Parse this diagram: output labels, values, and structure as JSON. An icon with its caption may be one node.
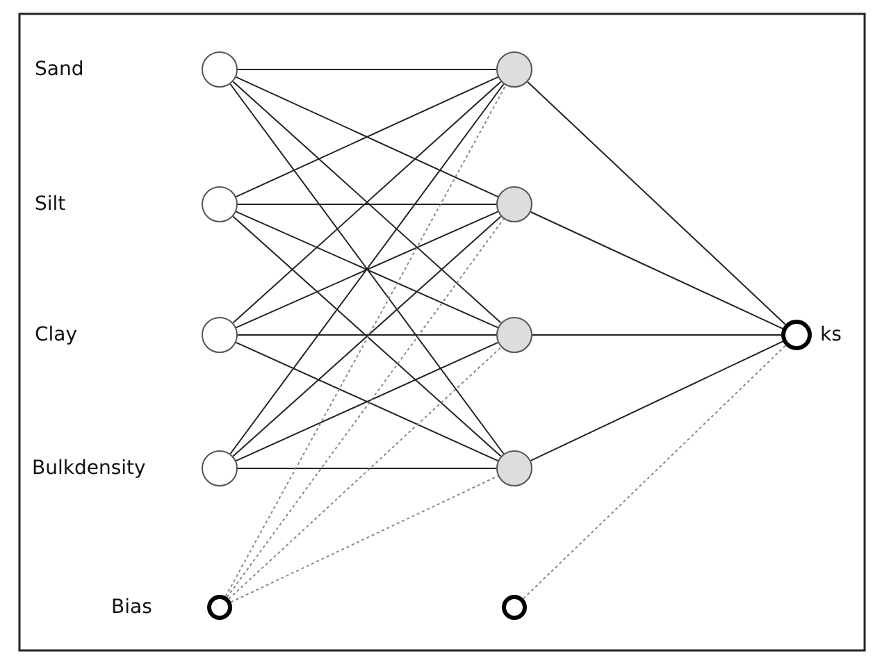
{
  "diagram": {
    "nodes": [
      {
        "text": [],
        "shape": "circle"
      },
      {
        "text": [],
        "shape": "circle"
      },
      {
        "text": [],
        "shape": "circle"
      },
      {
        "text": [],
        "shape": "circle",
        "beside": [
          "Bulkdensity"
        ]
      },
      {
        "text": [],
        "shape": "circle",
        "beside": [
          "Bias"
        ]
      },
      {
        "text": [],
        "shape": "circle"
      },
      {
        "text": [],
        "shape": "circle"
      },
      {
        "text": [],
        "shape": "circle"
      },
      {
        "text": [],
        "shape": "circle"
      },
      {
        "text": [],
        "shape": "circle"
      },
      {
        "text": [],
        "shape": "circle",
        "beside": [
          "ks"
        ]
      }
    ],
    "edges": [
      {
        "from": 0,
        "to": 5,
        "arrow": "none"
      },
      {
        "from": 0,
        "to": 6,
        "arrow": "none"
      },
      {
        "from": 0,
        "to": 7,
        "arrow": "none"
      },
      {
        "from": 0,
        "to": 8,
        "arrow": "none"
      },
      {
        "from": 1,
        "to": 5,
        "arrow": "none"
      },
      {
        "from": 1,
        "to": 6,
        "arrow": "none"
      },
      {
        "from": 1,
        "to": 7,
        "arrow": "none"
      },
      {
        "from": 1,
        "to": 8,
        "arrow": "none"
      },
      {
        "from": 2,
        "to": 5,
        "arrow": "none"
      },
      {
        "from": 2,
        "to": 6,
        "arrow": "none"
      },
      {
        "from": 2,
        "to": 7,
        "arrow": "none"
      },
      {
        "from": 2,
        "to": 8,
        "arrow": "none"
      },
      {
        "from": 3,
        "to": 5,
        "arrow": "none"
      },
      {
        "from": 3,
        "to": 6,
        "arrow": "none"
      },
      {
        "from": 3,
        "to": 7,
        "arrow": "none"
      },
      {
        "from": 3,
        "to": 8,
        "arrow": "none"
      },
      {
        "from": 4,
        "to": 5,
        "arrow": "none",
        "style": "dashed",
        "color": "#888888"
      },
      {
        "from": 4,
        "to": 6,
        "arrow": "none",
        "style": "dashed",
        "color": "#888888"
      },
      {
        "from": 4,
        "to": 7,
        "arrow": "none",
        "style": "dashed",
        "color": "#888888"
      },
      {
        "from": 4,
        "to": 8,
        "arrow": "none",
        "style": "dashed",
        "color": "#888888"
      },
      {
        "from": 5,
        "to": 10,
        "arrow": "none"
      },
      {
        "from": 6,
        "to": 10,
        "arrow": "none"
      },
      {
        "from": 7,
        "to": 10,
        "arrow": "none"
      },
      {
        "from": 8,
        "to": 10,
        "arrow": "none"
      },
      {
        "from": 9,
        "to": 10,
        "arrow": "none",
        "style": "dashed",
        "color": "#888888"
      }
    ],
    "labels": [
      "Sand",
      "Silt",
      "Clay"
    ]
  }
}
